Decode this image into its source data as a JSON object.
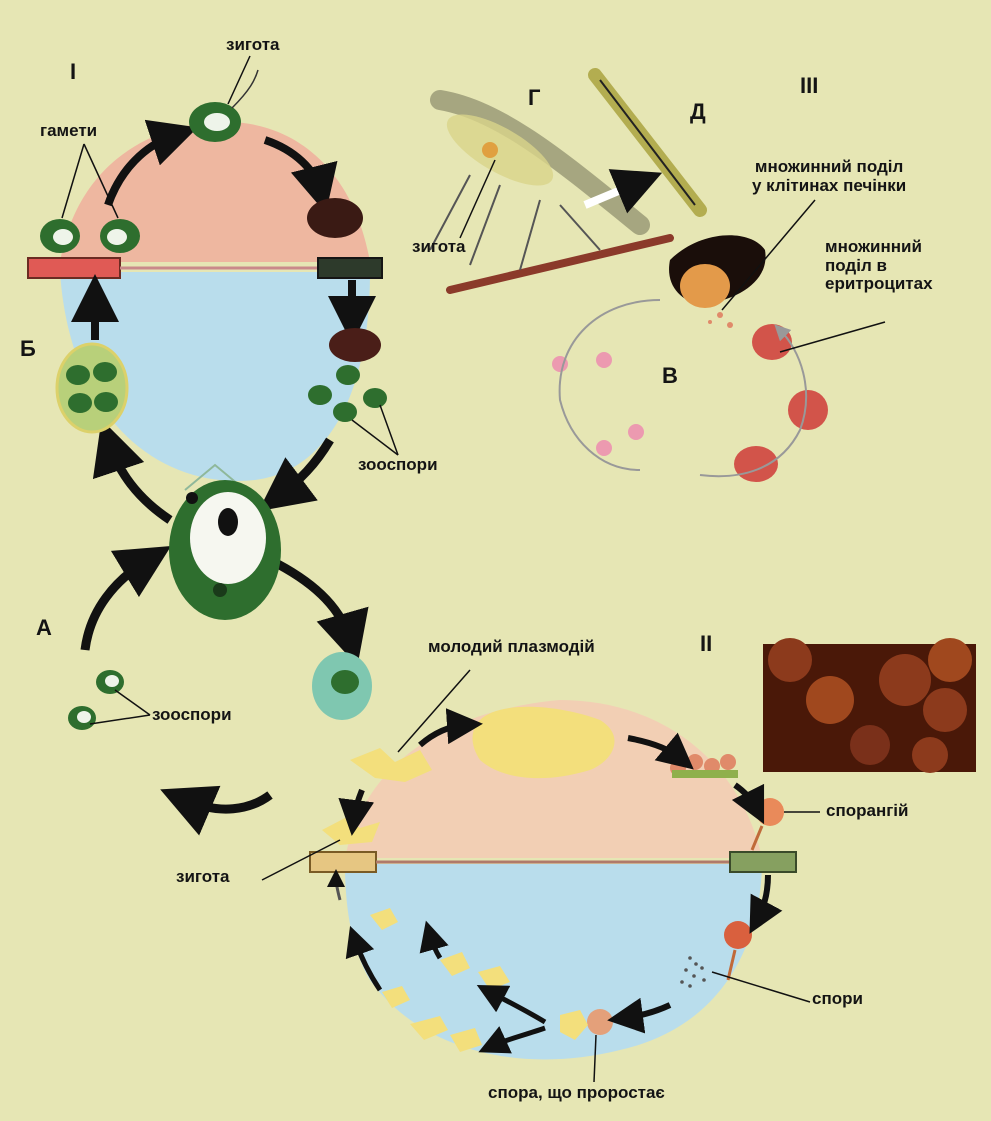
{
  "colors": {
    "background": "#e6e6b4",
    "haploid_phase": "#eeb7a0",
    "diploid_phase": "#b9ddec",
    "chlamydomonas_green": "#2e6e2e",
    "plasmodium_red": "#d2544a",
    "slime_mold_yellow": "#f3df7c",
    "arrow": "#111111"
  },
  "cycle_1": {
    "roman": "I",
    "letter_a": "А",
    "letter_b": "Б",
    "zygote": "зигота",
    "gametes": "гамети",
    "zoospores_right": "зооспори",
    "zoospores_left": "зооспори"
  },
  "cycle_3": {
    "roman": "III",
    "letter_g": "Г",
    "letter_d": "Д",
    "letter_v": "В",
    "zygote": "зигота",
    "liver_division": "множинний поділ\nу клітинах печінки",
    "erythrocyte_division": "множинний\nподіл в\nеритроцитах"
  },
  "cycle_2": {
    "roman": "II",
    "young_plasmodium": "молодий плазмодій",
    "sporangium": "спорангій",
    "zygote": "зигота",
    "spores": "спори",
    "germinating_spore": "спора, що проростає"
  }
}
